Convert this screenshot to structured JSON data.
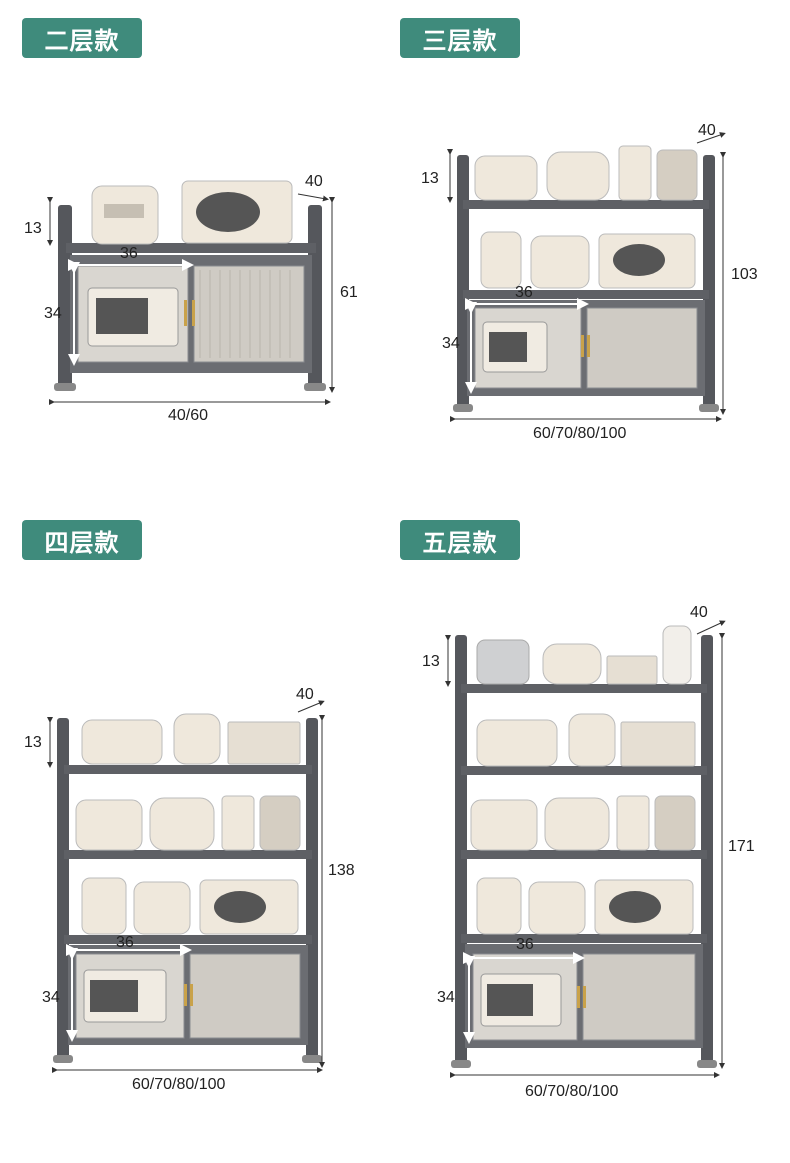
{
  "variants": [
    {
      "title": "二层款",
      "depth": "40",
      "shelf_gap": "13",
      "width_inner": "36",
      "cabinet_height": "34",
      "height": "61",
      "width": "40/60"
    },
    {
      "title": "三层款",
      "depth": "40",
      "shelf_gap": "13",
      "width_inner": "36",
      "cabinet_height": "34",
      "height": "103",
      "width": "60/70/80/100"
    },
    {
      "title": "四层款",
      "depth": "40",
      "shelf_gap": "13",
      "width_inner": "36",
      "cabinet_height": "34",
      "height": "138",
      "width": "60/70/80/100"
    },
    {
      "title": "五层款",
      "depth": "40",
      "shelf_gap": "13",
      "width_inner": "36",
      "cabinet_height": "34",
      "height": "171",
      "width": "60/70/80/100"
    }
  ],
  "colors": {
    "badge": "#3f8b7c",
    "frame": "#55575c",
    "appliance": "#efe8dc",
    "door": "#c9c6c0"
  }
}
